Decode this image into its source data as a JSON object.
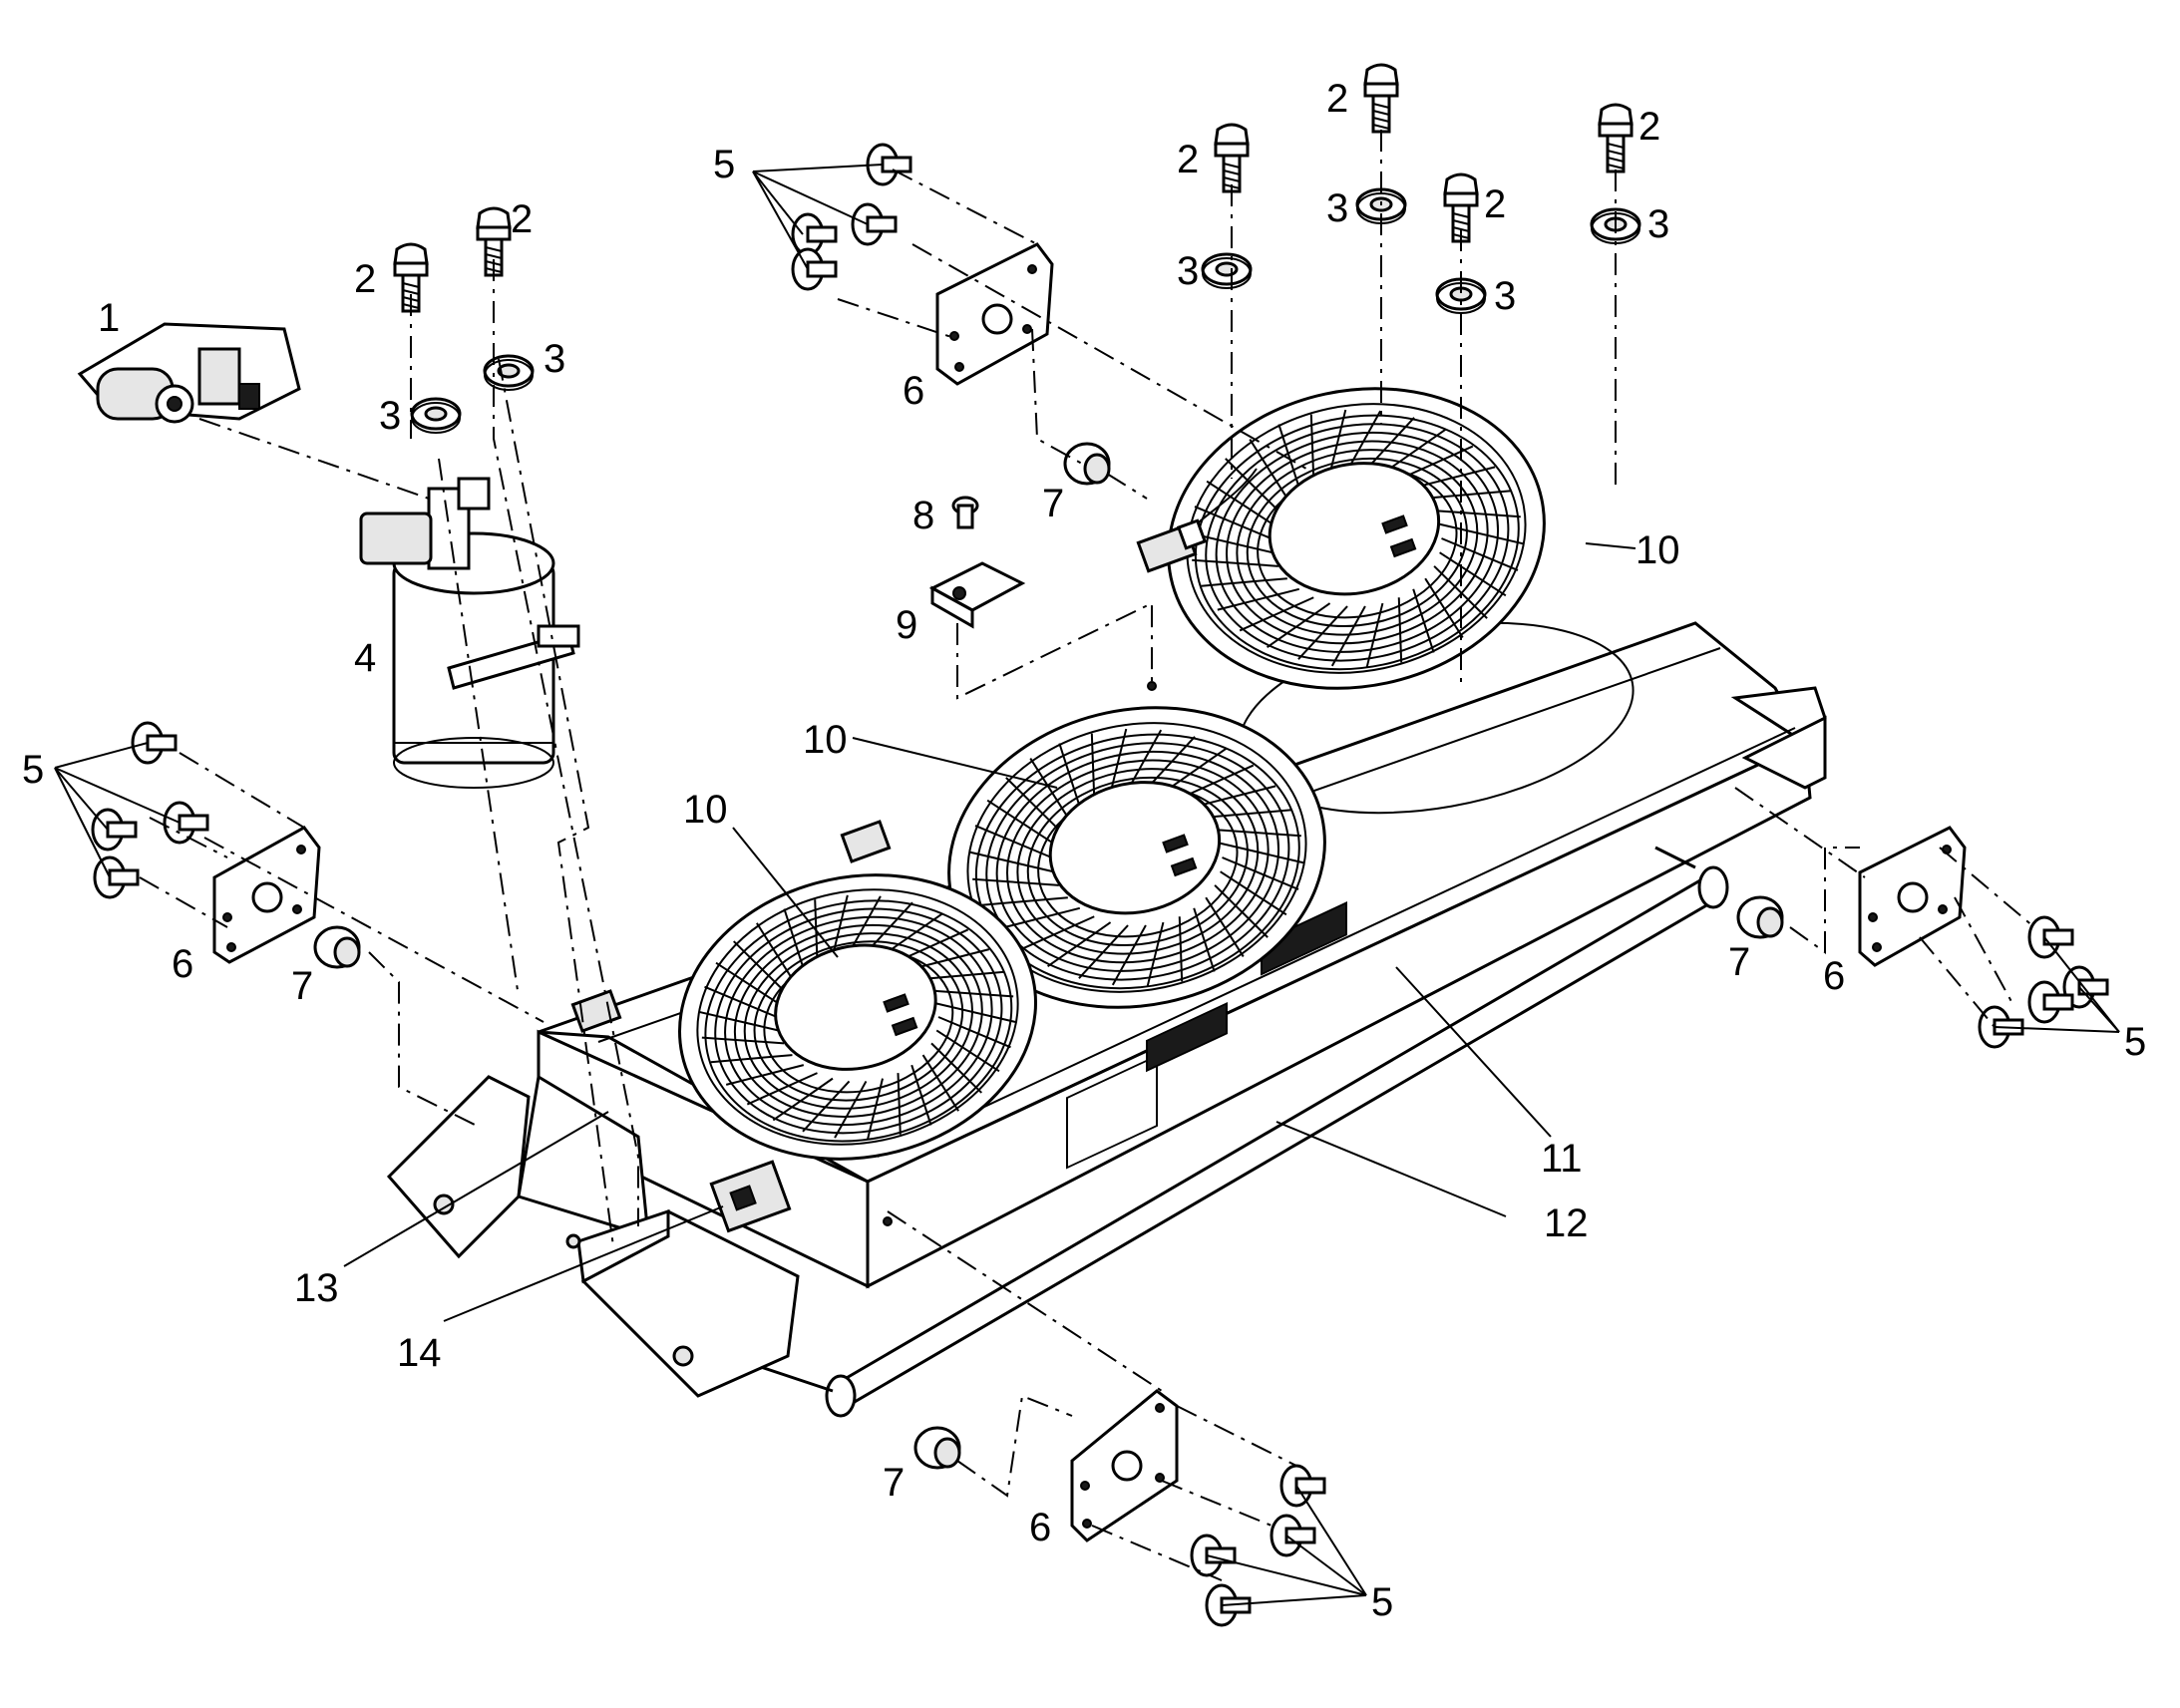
{
  "callouts": [
    {
      "id": "c1",
      "text": "1"
    },
    {
      "id": "c2a",
      "text": "2"
    },
    {
      "id": "c2b",
      "text": "2"
    },
    {
      "id": "c2c",
      "text": "2"
    },
    {
      "id": "c2d",
      "text": "2"
    },
    {
      "id": "c2e",
      "text": "2"
    },
    {
      "id": "c2f",
      "text": "2"
    },
    {
      "id": "c3a",
      "text": "3"
    },
    {
      "id": "c3b",
      "text": "3"
    },
    {
      "id": "c3c",
      "text": "3"
    },
    {
      "id": "c3d",
      "text": "3"
    },
    {
      "id": "c3e",
      "text": "3"
    },
    {
      "id": "c3f",
      "text": "3"
    },
    {
      "id": "c4",
      "text": "4"
    },
    {
      "id": "c5a",
      "text": "5"
    },
    {
      "id": "c5b",
      "text": "5"
    },
    {
      "id": "c5c",
      "text": "5"
    },
    {
      "id": "c5d",
      "text": "5"
    },
    {
      "id": "c6a",
      "text": "6"
    },
    {
      "id": "c6b",
      "text": "6"
    },
    {
      "id": "c6c",
      "text": "6"
    },
    {
      "id": "c6d",
      "text": "6"
    },
    {
      "id": "c7a",
      "text": "7"
    },
    {
      "id": "c7b",
      "text": "7"
    },
    {
      "id": "c7c",
      "text": "7"
    },
    {
      "id": "c7d",
      "text": "7"
    },
    {
      "id": "c8",
      "text": "8"
    },
    {
      "id": "c9",
      "text": "9"
    },
    {
      "id": "c10a",
      "text": "10"
    },
    {
      "id": "c10b",
      "text": "10"
    },
    {
      "id": "c10c",
      "text": "10"
    },
    {
      "id": "c11",
      "text": "11"
    },
    {
      "id": "c12",
      "text": "12"
    },
    {
      "id": "c13",
      "text": "13"
    },
    {
      "id": "c14",
      "text": "14"
    }
  ]
}
